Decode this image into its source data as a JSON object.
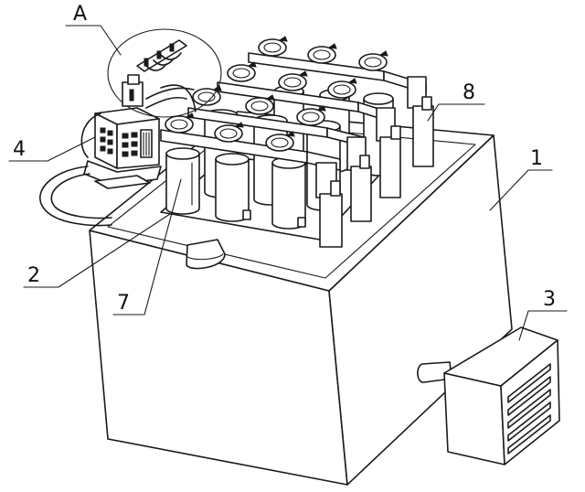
{
  "labels": {
    "A": "A",
    "n1": "1",
    "n2": "2",
    "n3": "3",
    "n4": "4",
    "n7": "7",
    "n8": "8"
  },
  "colors": {
    "line": "#1a1a1a",
    "background": "#ffffff"
  }
}
